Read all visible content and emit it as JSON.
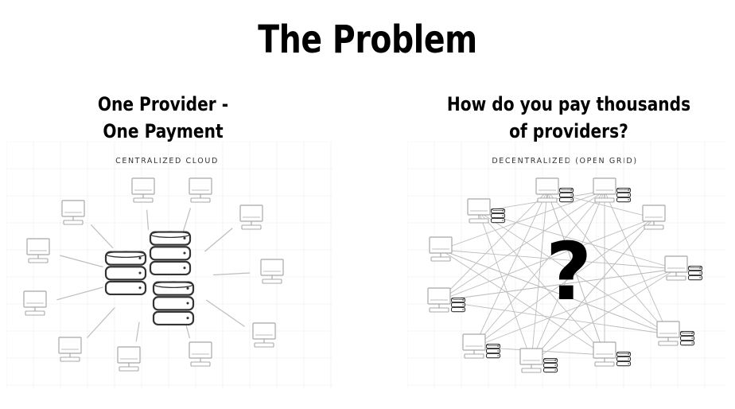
{
  "title": "The Problem",
  "left": {
    "heading_line1": "One Provider -",
    "heading_line2": "One Payment",
    "caption": "CENTRALIZED CLOUD"
  },
  "right": {
    "heading_line1": "How do you pay thousands",
    "heading_line2": "of providers?",
    "caption": "DECENTRALIZED (OPEN GRID)",
    "symbol": "?"
  },
  "icons": {
    "node": "computer-monitor-icon",
    "storage": "database-stack-icon"
  },
  "colors": {
    "text": "#000000",
    "line": "#bdbdbd",
    "icon_light": "#a8a8a8",
    "icon_dark": "#333333",
    "grid": "#ececec"
  }
}
